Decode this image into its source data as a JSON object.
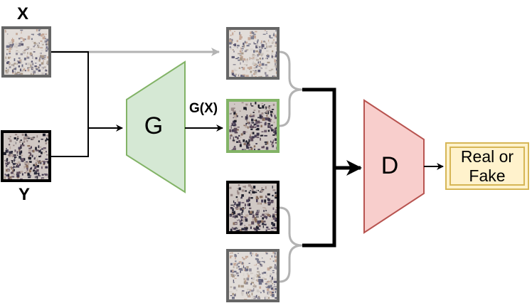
{
  "labels": {
    "input_x": "X",
    "input_y": "Y",
    "generator": "G",
    "generator_output": "G(X)",
    "discriminator": "D",
    "output_line1": "Real or",
    "output_line2": "Fake"
  },
  "colors": {
    "generator_fill": "#d5e8d4",
    "generator_stroke": "#82b366",
    "discriminator_fill": "#f8cecc",
    "discriminator_stroke": "#b85450",
    "output_fill": "#fff2cc",
    "output_stroke": "#d6b656",
    "gray_connector": "#b3b3b3",
    "black_connector": "#000000",
    "thumb_gray_border": "#666666",
    "thumb_black_border": "#000000",
    "thumb_green_border": "#82b366"
  }
}
